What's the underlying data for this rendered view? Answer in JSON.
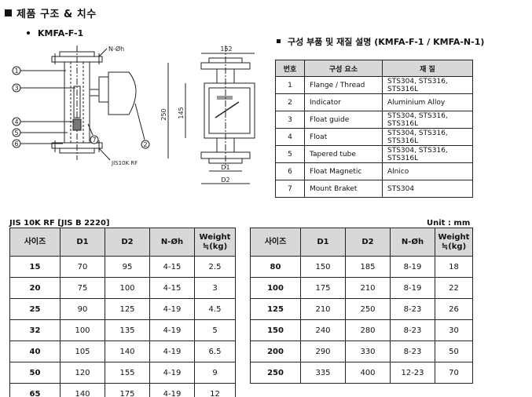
{
  "heading": "제품 구조 & 치수",
  "model_label": "KMFA-F-1",
  "drawing": {
    "nh_label": "N-Øh",
    "callouts": [
      "1",
      "2",
      "3",
      "4",
      "5",
      "6",
      "7"
    ],
    "dim_152": "152",
    "dim_250": "250",
    "dim_145": "145",
    "d1_label": "D1",
    "d2_label": "D2",
    "flange_note": "JIS10K RF"
  },
  "components": {
    "title": "구성 부품 및 재질 설명 (KMFA-F-1 / KMFA-N-1)",
    "headers": [
      "번호",
      "구성 요소",
      "재 질"
    ],
    "rows": [
      {
        "no": "1",
        "part": "Flange / Thread",
        "material": "STS304, STS316, STS316L"
      },
      {
        "no": "2",
        "part": "Indicator",
        "material": "Aluminium Alloy"
      },
      {
        "no": "3",
        "part": "Float guide",
        "material": "STS304, STS316, STS316L"
      },
      {
        "no": "4",
        "part": "Float",
        "material": "STS304, STS316, STS316L"
      },
      {
        "no": "5",
        "part": "Tapered tube",
        "material": "STS304, STS316, STS316L"
      },
      {
        "no": "6",
        "part": "Float Magnetic",
        "material": "Alnico"
      },
      {
        "no": "7",
        "part": "Mount Braket",
        "material": "STS304"
      }
    ]
  },
  "dimensions": {
    "standard": "JIS 10K RF [JIS B 2220]",
    "unit": "Unit : mm",
    "headers": [
      "사이즈",
      "D1",
      "D2",
      "N-Øh",
      "Weight",
      "≒(kg)"
    ],
    "left_rows": [
      [
        "15",
        "70",
        "95",
        "4-15",
        "2.5"
      ],
      [
        "20",
        "75",
        "100",
        "4-15",
        "3"
      ],
      [
        "25",
        "90",
        "125",
        "4-19",
        "4.5"
      ],
      [
        "32",
        "100",
        "135",
        "4-19",
        "5"
      ],
      [
        "40",
        "105",
        "140",
        "4-19",
        "6.5"
      ],
      [
        "50",
        "120",
        "155",
        "4-19",
        "9"
      ],
      [
        "65",
        "140",
        "175",
        "4-19",
        "12"
      ]
    ],
    "right_rows": [
      [
        "80",
        "150",
        "185",
        "8-19",
        "18"
      ],
      [
        "100",
        "175",
        "210",
        "8-19",
        "22"
      ],
      [
        "125",
        "210",
        "250",
        "8-23",
        "26"
      ],
      [
        "150",
        "240",
        "280",
        "8-23",
        "30"
      ],
      [
        "200",
        "290",
        "330",
        "8-23",
        "50"
      ],
      [
        "250",
        "335",
        "400",
        "12-23",
        "70"
      ]
    ]
  }
}
